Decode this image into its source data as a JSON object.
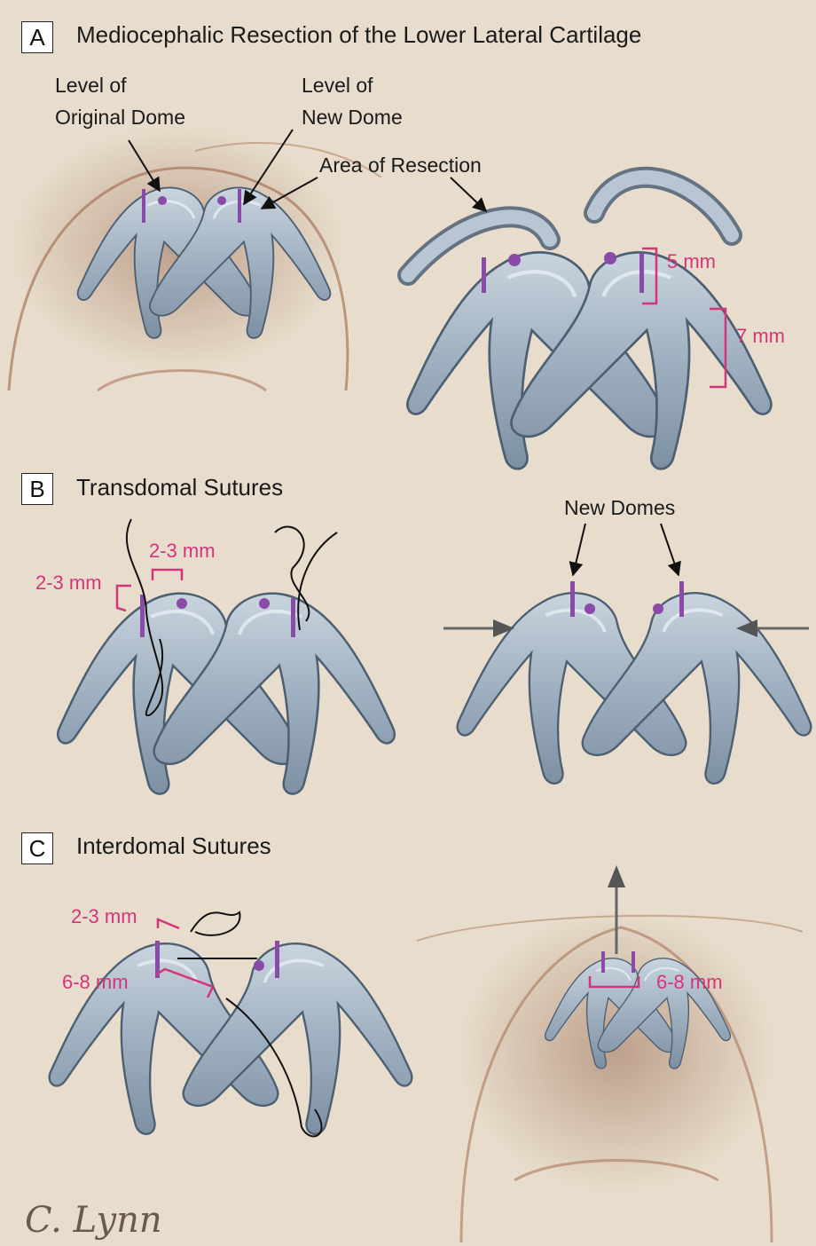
{
  "panels": [
    {
      "letter": "A",
      "title": "Mediocephalic Resection of the Lower Lateral Cartilage"
    },
    {
      "letter": "B",
      "title": "Transdomal Sutures"
    },
    {
      "letter": "C",
      "title": "Interdomal Sutures"
    }
  ],
  "labels": {
    "level_original_1": "Level of",
    "level_original_2": "Original Dome",
    "level_new_1": "Level of",
    "level_new_2": "New Dome",
    "area_resection": "Area of Resection",
    "new_domes": "New Domes"
  },
  "measurements": {
    "a_5mm": "5 mm",
    "a_7mm": "7 mm",
    "b_left": "2-3 mm",
    "b_top": "2-3 mm",
    "c_top": "2-3 mm",
    "c_left": "6-8 mm",
    "c_right": "6-8 mm"
  },
  "signature": "C. Lynn",
  "colors": {
    "background": "#e8ddcc",
    "cartilage": "#9fb0c0",
    "cartilage_edge": "#4d5f73",
    "marker": "#8a4aa8",
    "measurement": "#d4347a",
    "skin": "#a8765a"
  }
}
